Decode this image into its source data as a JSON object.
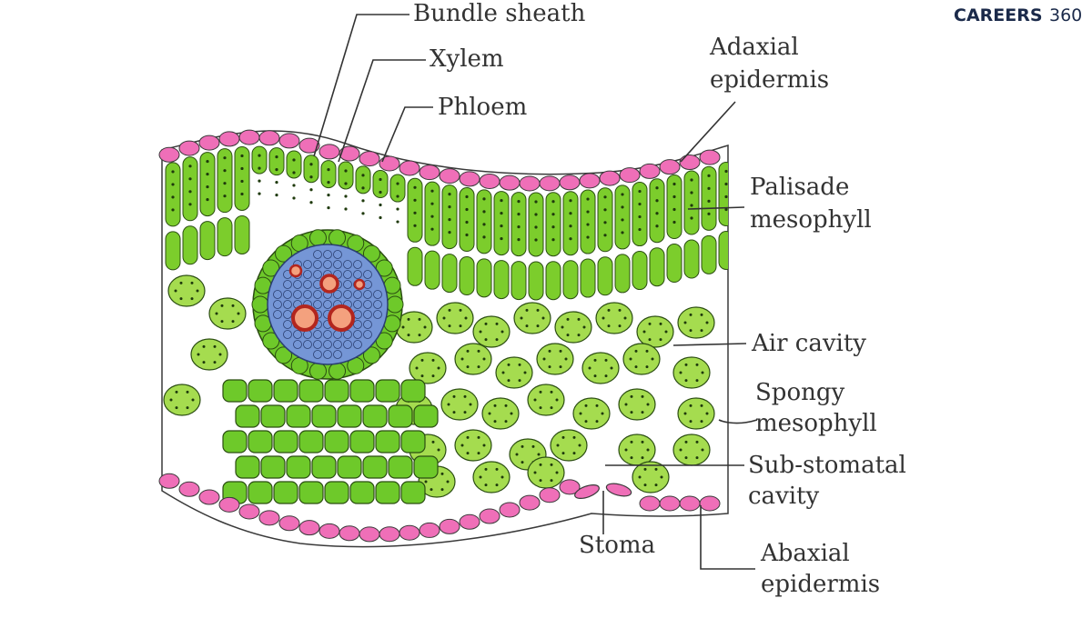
{
  "brand": {
    "part1": "CAREERS",
    "part2": "360"
  },
  "colors": {
    "epidermis": "#ef6fb8",
    "palisade": "#7ccd2c",
    "spongy": "#a5dc4f",
    "bundle_sheath": "#6ec92a",
    "vascular": "#7596d6",
    "xylem_ring": "#c2302a",
    "background": "#ffffff",
    "label_text": "#333333"
  },
  "labels": {
    "bundle_sheath": "Bundle sheath",
    "xylem": "Xylem",
    "phloem": "Phloem",
    "adaxial_1": "Adaxial",
    "adaxial_2": "epidermis",
    "palisade_1": "Palisade",
    "palisade_2": "mesophyll",
    "air_cavity": "Air cavity",
    "spongy_1": "Spongy",
    "spongy_2": "mesophyll",
    "substomatal_1": "Sub-stomatal",
    "substomatal_2": "cavity",
    "stoma": "Stoma",
    "abaxial_1": "Abaxial",
    "abaxial_2": "epidermis"
  }
}
